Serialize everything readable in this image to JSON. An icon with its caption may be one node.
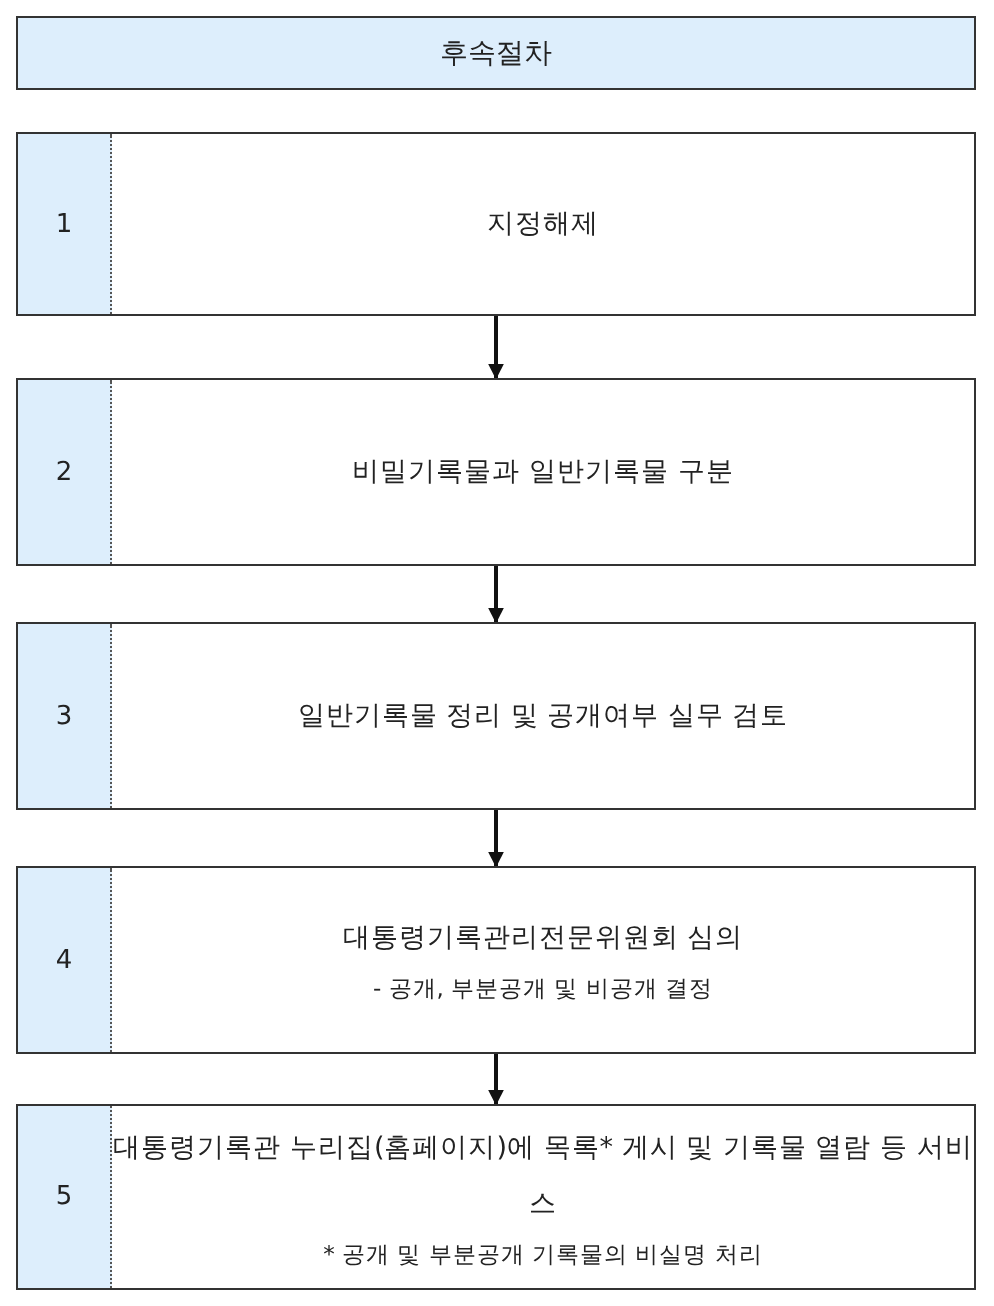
{
  "diagram": {
    "nodes": [
      {
        "text": [
          "후속절차"
        ]
      },
      {
        "text": [
          "1",
          "지정해제"
        ]
      },
      {
        "text": [
          "2",
          "비밀기록물과 일반기록물 구분"
        ]
      },
      {
        "text": [
          "3",
          "일반기록물 정리 및 공개여부 실무 검토"
        ]
      },
      {
        "text": [
          "4",
          "대통령기록관리전문위원회 심의",
          "- 공개, 부분공개 및 비공개 결정"
        ]
      },
      {
        "text": [
          "5",
          "대통령기록관 누리집(홈페이지)에 목록* 게시 및 기록물 열람 등 서비스",
          "* 공개 및 부분공개 기록물의 비실명 처리"
        ]
      }
    ],
    "edges": [
      {
        "from": 1,
        "to": 2,
        "arrow": "to"
      },
      {
        "from": 2,
        "to": 3,
        "arrow": "to"
      },
      {
        "from": 3,
        "to": 4,
        "arrow": "to"
      },
      {
        "from": 4,
        "to": 5,
        "arrow": "to"
      }
    ]
  }
}
